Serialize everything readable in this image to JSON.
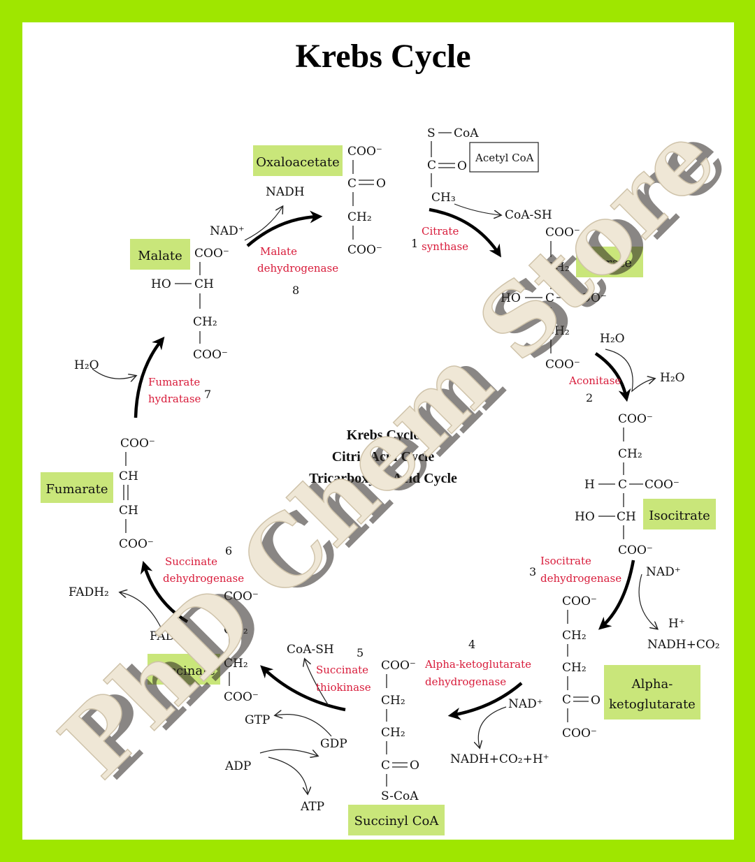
{
  "title": "Krebs Cycle",
  "center_lines": [
    "Krebs Cycle",
    "Citric Acid Cycle",
    "Tricarboxylic Acid Cycle"
  ],
  "watermark": "PhD Chem Store",
  "colors": {
    "border": "#9fe600",
    "label_box": "#c9e67a",
    "enzyme": "#d81b3a"
  },
  "compounds": {
    "acetylcoa": "Acetyl CoA",
    "citrate": "Citrate",
    "isocitrate": "Isocitrate",
    "akg": [
      "Alpha-",
      "ketoglutarate"
    ],
    "succinylcoa": "Succinyl CoA",
    "succinate": "Succinate",
    "fumarate": "Fumarate",
    "malate": "Malate",
    "oxaloacetate": "Oxaloacetate"
  },
  "enzymes": {
    "citrate_synthase": [
      "Citrate",
      "synthase"
    ],
    "aconitase": "Aconitase",
    "isocitrate_dh": [
      "Isocitrate",
      "dehydrogenase"
    ],
    "akg_dh": [
      "Alpha-ketoglutarate",
      "dehydrogenase"
    ],
    "succ_thiokinase": [
      "Succinate",
      "thiokinase"
    ],
    "succ_dh": [
      "Succinate",
      "dehydrogenase"
    ],
    "fumarate_hydratase": [
      "Fumarate",
      "hydratase"
    ],
    "malate_dh": [
      "Malate",
      "dehydrogenase"
    ]
  },
  "steps": [
    "1",
    "2",
    "3",
    "4",
    "5",
    "6",
    "7",
    "8"
  ],
  "cofactors": {
    "coa_sh_1": "CoA-SH",
    "h2o_in_2": "H₂O",
    "h2o_out_2": "H₂O",
    "nad_3": "NAD⁺",
    "h_3": "H⁺",
    "nadh_co2_3": "NADH+CO₂",
    "nad_4": "NAD⁺",
    "nadh_co2_h_4": "NADH+CO₂+H⁺",
    "coa_sh_5": "CoA-SH",
    "gtp": "GTP",
    "gdp": "GDP",
    "adp": "ADP",
    "atp": "ATP",
    "fadh2": "FADH₂",
    "fad": "FAD",
    "h2o_7": "H₂O",
    "nad_8": "NAD⁺",
    "nadh_8": "NADH"
  },
  "groups": {
    "coo": "COO⁻",
    "ch2": "CH₂",
    "ch": "CH",
    "c": "C",
    "o": "O",
    "h": "H",
    "ho": "HO",
    "s_coa": "S-CoA",
    "s": "S",
    "coa": "CoA",
    "ch3": "CH₃"
  }
}
